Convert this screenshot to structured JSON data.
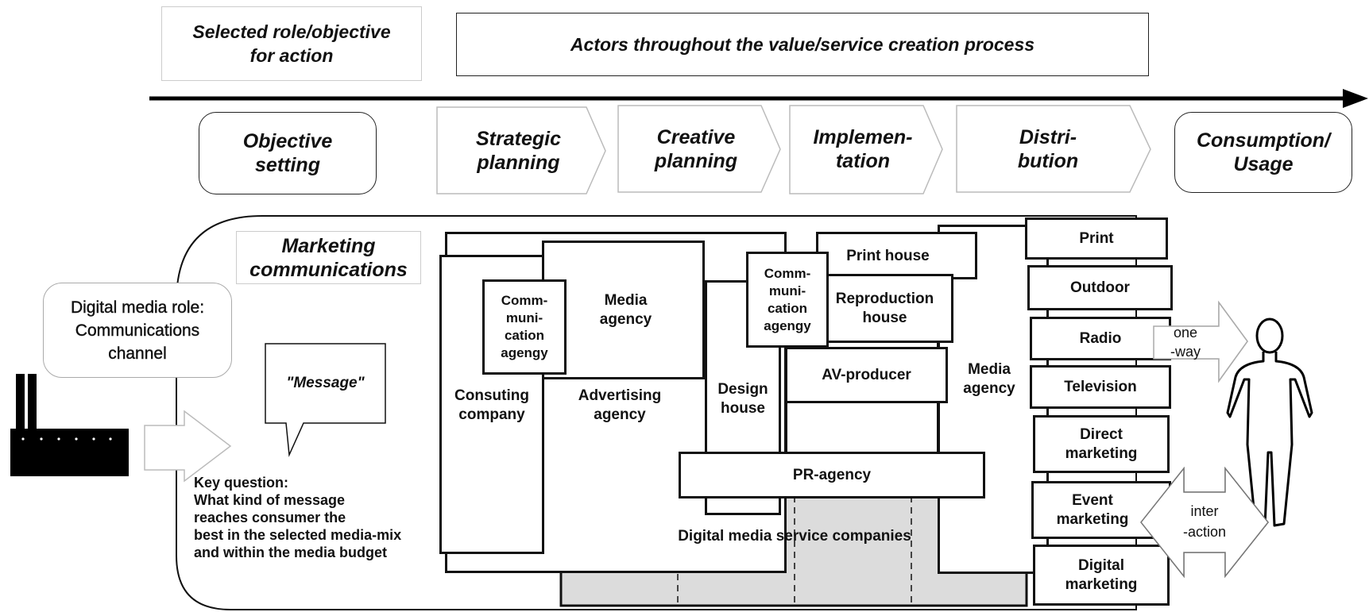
{
  "header": {
    "selected_role": "Selected role/objective\nfor action",
    "actors": "Actors throughout the value/service creation process"
  },
  "stages": [
    {
      "label": "Objective\nsetting"
    },
    {
      "label": "Strategic\nplanning"
    },
    {
      "label": "Creative\nplanning"
    },
    {
      "label": "Implemen-\ntation"
    },
    {
      "label": "Distri-\nbution"
    },
    {
      "label": "Consumption/\nUsage"
    }
  ],
  "left": {
    "digital_role": "Digital media role:\nCommunications\nchannel",
    "marketing_comms": "Marketing\ncommunications",
    "message": "\"Message\"",
    "key_question": "Key question:\nWhat kind of message\nreaches consumer the\nbest in the selected media-mix\nand within the media budget"
  },
  "actors": {
    "consulting": "Consuting\ncompany",
    "comm_agency_1": "Comm-\nmuni-\ncation\nagengy",
    "media_agency_1": "Media\nagency",
    "advertising": "Advertising\nagency",
    "design_house": "Design\nhouse",
    "comm_agency_2": "Comm-\nmuni-\ncation\nagengy",
    "print_house": "Print house",
    "reproduction": "Reproduction\nhouse",
    "av_producer": "AV-producer",
    "media_agency_2": "Media\nagency",
    "pr_agency": "PR-agency",
    "digital_services": "Digital media service companies"
  },
  "media": [
    {
      "label": "Print"
    },
    {
      "label": "Outdoor"
    },
    {
      "label": "Radio"
    },
    {
      "label": "Television"
    },
    {
      "label": "Direct\nmarketing"
    },
    {
      "label": "Event\nmarketing"
    },
    {
      "label": "Digital\nmarketing"
    }
  ],
  "arrows": {
    "one_way": "one\n-way",
    "interaction": "inter\n-action"
  }
}
